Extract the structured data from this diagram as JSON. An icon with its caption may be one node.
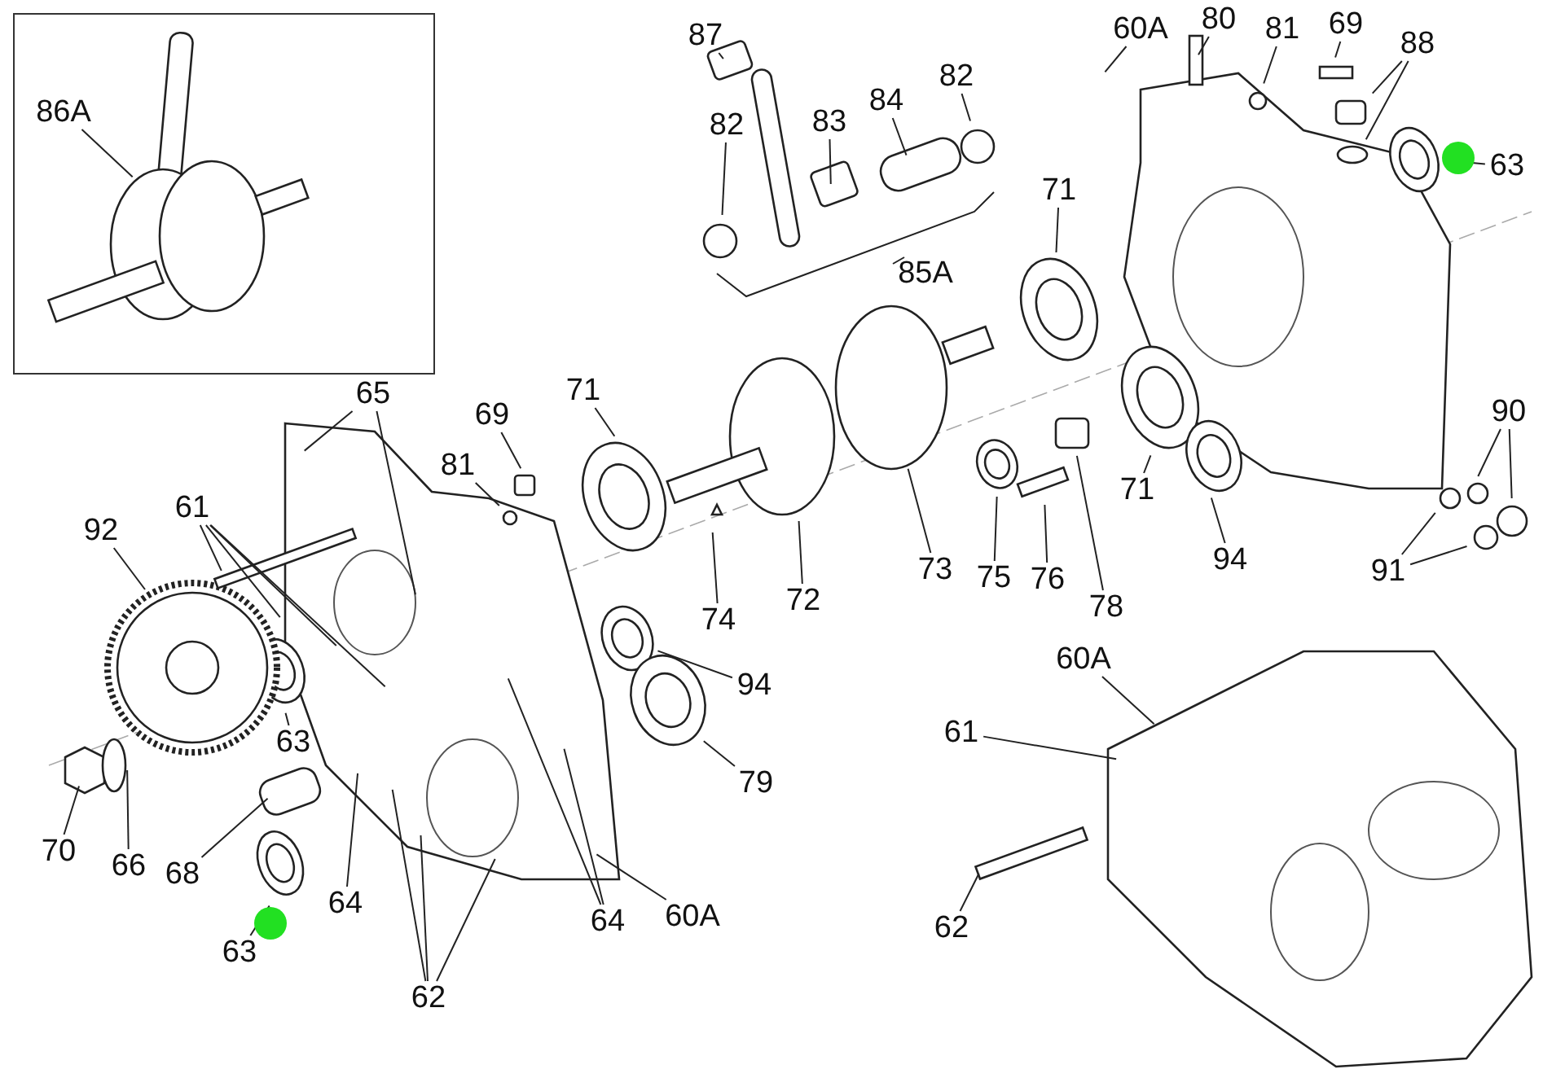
{
  "diagram": {
    "nodes": [
      {
        "text": [],
        "shape": "box"
      },
      {
        "text": [
          "86A"
        ],
        "in": 0
      },
      {
        "text": [
          "87"
        ]
      },
      {
        "text": [
          "82"
        ]
      },
      {
        "text": [
          "83"
        ]
      },
      {
        "text": [
          "84"
        ]
      },
      {
        "text": [
          "82"
        ]
      },
      {
        "text": [
          "85A"
        ]
      },
      {
        "text": [
          "60A"
        ]
      },
      {
        "text": [
          "80"
        ]
      },
      {
        "text": [
          "81"
        ]
      },
      {
        "text": [
          "69"
        ]
      },
      {
        "text": [
          "88"
        ]
      },
      {
        "text": [
          "63"
        ]
      },
      {
        "text": [
          "71"
        ]
      },
      {
        "text": [
          "65"
        ]
      },
      {
        "text": [
          "69"
        ]
      },
      {
        "text": [
          "71"
        ]
      },
      {
        "text": [
          "81"
        ]
      },
      {
        "text": [
          "90"
        ]
      },
      {
        "text": [
          "92"
        ]
      },
      {
        "text": [
          "61"
        ]
      },
      {
        "text": [
          "71"
        ]
      },
      {
        "text": [
          "75"
        ]
      },
      {
        "text": [
          "76"
        ]
      },
      {
        "text": [
          "73"
        ]
      },
      {
        "text": [
          "78"
        ]
      },
      {
        "text": [
          "94"
        ]
      },
      {
        "text": [
          "91"
        ]
      },
      {
        "text": [
          "72"
        ]
      },
      {
        "text": [
          "74"
        ]
      },
      {
        "text": [
          "94"
        ]
      },
      {
        "text": [
          "60A"
        ]
      },
      {
        "text": [
          "61"
        ]
      },
      {
        "text": [
          "63"
        ]
      },
      {
        "text": [
          "79"
        ]
      },
      {
        "text": [
          "70"
        ]
      },
      {
        "text": [
          "66"
        ]
      },
      {
        "text": [
          "68"
        ]
      },
      {
        "text": [
          "64"
        ]
      },
      {
        "text": [
          "64"
        ]
      },
      {
        "text": [
          "60A"
        ]
      },
      {
        "text": [
          "62"
        ]
      },
      {
        "text": [
          "63"
        ]
      },
      {
        "text": [
          "62"
        ]
      }
    ],
    "edges": [
      {
        "from": 1,
        "to": null,
        "arrow": "none"
      },
      {
        "from": 2,
        "to": null,
        "arrow": "none"
      },
      {
        "from": 3,
        "to": null,
        "arrow": "none"
      },
      {
        "from": 4,
        "to": null,
        "arrow": "none"
      },
      {
        "from": 5,
        "to": null,
        "arrow": "none"
      },
      {
        "from": 6,
        "to": null,
        "arrow": "none"
      },
      {
        "from": 8,
        "to": null,
        "arrow": "none"
      },
      {
        "from": 9,
        "to": null,
        "arrow": "none"
      },
      {
        "from": 10,
        "to": null,
        "arrow": "none"
      },
      {
        "from": 11,
        "to": null,
        "arrow": "none"
      },
      {
        "from": 12,
        "to": null,
        "arrow": "none"
      },
      {
        "from": 12,
        "to": null,
        "arrow": "none"
      },
      {
        "from": 13,
        "to": null,
        "arrow": "none"
      },
      {
        "from": 14,
        "to": null,
        "arrow": "none"
      },
      {
        "from": 15,
        "to": null,
        "arrow": "none"
      },
      {
        "from": 15,
        "to": null,
        "arrow": "none"
      },
      {
        "from": 16,
        "to": null,
        "arrow": "none"
      },
      {
        "from": 17,
        "to": null,
        "arrow": "none"
      },
      {
        "from": 18,
        "to": null,
        "arrow": "none"
      },
      {
        "from": 19,
        "to": null,
        "arrow": "none"
      },
      {
        "from": 19,
        "to": null,
        "arrow": "none"
      },
      {
        "from": 20,
        "to": null,
        "arrow": "none"
      },
      {
        "from": 21,
        "to": null,
        "arrow": "none"
      },
      {
        "from": 21,
        "to": null,
        "arrow": "none"
      },
      {
        "from": 21,
        "to": null,
        "arrow": "none"
      },
      {
        "from": 21,
        "to": null,
        "arrow": "none"
      },
      {
        "from": 22,
        "to": null,
        "arrow": "none"
      },
      {
        "from": 23,
        "to": null,
        "arrow": "none"
      },
      {
        "from": 24,
        "to": null,
        "arrow": "none"
      },
      {
        "from": 25,
        "to": null,
        "arrow": "none"
      },
      {
        "from": 26,
        "to": null,
        "arrow": "none"
      },
      {
        "from": 27,
        "to": null,
        "arrow": "none"
      },
      {
        "from": 28,
        "to": null,
        "arrow": "none"
      },
      {
        "from": 28,
        "to": null,
        "arrow": "none"
      },
      {
        "from": 29,
        "to": null,
        "arrow": "none"
      },
      {
        "from": 30,
        "to": null,
        "arrow": "none"
      },
      {
        "from": 31,
        "to": null,
        "arrow": "none"
      },
      {
        "from": 32,
        "to": null,
        "arrow": "none"
      },
      {
        "from": 33,
        "to": null,
        "arrow": "none"
      },
      {
        "from": 34,
        "to": null,
        "arrow": "none"
      },
      {
        "from": 35,
        "to": null,
        "arrow": "none"
      },
      {
        "from": 36,
        "to": null,
        "arrow": "none"
      },
      {
        "from": 37,
        "to": null,
        "arrow": "none"
      },
      {
        "from": 38,
        "to": null,
        "arrow": "none"
      },
      {
        "from": 39,
        "to": null,
        "arrow": "none"
      },
      {
        "from": 40,
        "to": null,
        "arrow": "none"
      },
      {
        "from": 40,
        "to": null,
        "arrow": "none"
      },
      {
        "from": 41,
        "to": null,
        "arrow": "none"
      },
      {
        "from": 42,
        "to": null,
        "arrow": "none"
      },
      {
        "from": 43,
        "to": null,
        "arrow": "none"
      },
      {
        "from": 44,
        "to": null,
        "arrow": "none"
      },
      {
        "from": 44,
        "to": null,
        "arrow": "none"
      },
      {
        "from": 44,
        "to": null,
        "arrow": "none"
      }
    ]
  }
}
